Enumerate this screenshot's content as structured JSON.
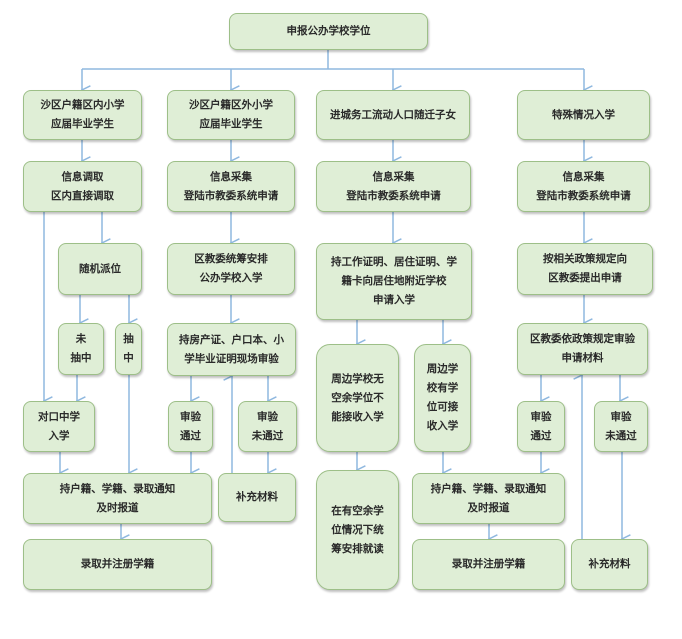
{
  "title": "申报公办学校学位",
  "colors": {
    "box_fill": "#dfeed6",
    "box_border": "#9dbf88",
    "arrow": "#8fb8df"
  },
  "branches": {
    "local": {
      "head": "沙区户籍区内小学\n应届毕业学生",
      "info": "信息调取\n区内直接调取",
      "lottery": "随机派位",
      "not_drawn": "未\n抽中",
      "drawn": "抽\n中",
      "matched_school": "对口中学\n入学",
      "report": "持户籍、学籍、录取通知\n及时报道",
      "enroll": "录取并注册学籍"
    },
    "outside": {
      "head": "沙区户籍区外小学\n应届毕业学生",
      "info": "信息采集\n登陆市教委系统申请",
      "arrange": "区教委统筹安排\n公办学校入学",
      "verify": "持房产证、户口本、小\n学毕业证明现场审验",
      "passed": "审验\n通过",
      "failed": "审验\n未通过",
      "supplement": "补充材料"
    },
    "migrant": {
      "head": "进城务工流动人口随迁子女",
      "info": "信息采集\n登陆市教委系统申请",
      "apply": "持工作证明、居住证明、学\n籍卡向居住地附近学校\n申请入学",
      "no_seat": "周边学校无\n空余学位不\n能接收入学",
      "has_seat": "周边学\n校有学\n位可接\n收入学",
      "coordinate": "在有空余学\n位情况下统\n筹安排就读",
      "report": "持户籍、学籍、录取通知\n及时报道",
      "enroll": "录取并注册学籍"
    },
    "special": {
      "head": "特殊情况入学",
      "info": "信息采集\n登陆市教委系统申请",
      "apply": "按相关政策规定向\n区教委提出申请",
      "review": "区教委依政策规定审验\n申请材料",
      "passed": "审验\n通过",
      "failed": "审验\n未通过",
      "supplement": "补充材料"
    }
  }
}
